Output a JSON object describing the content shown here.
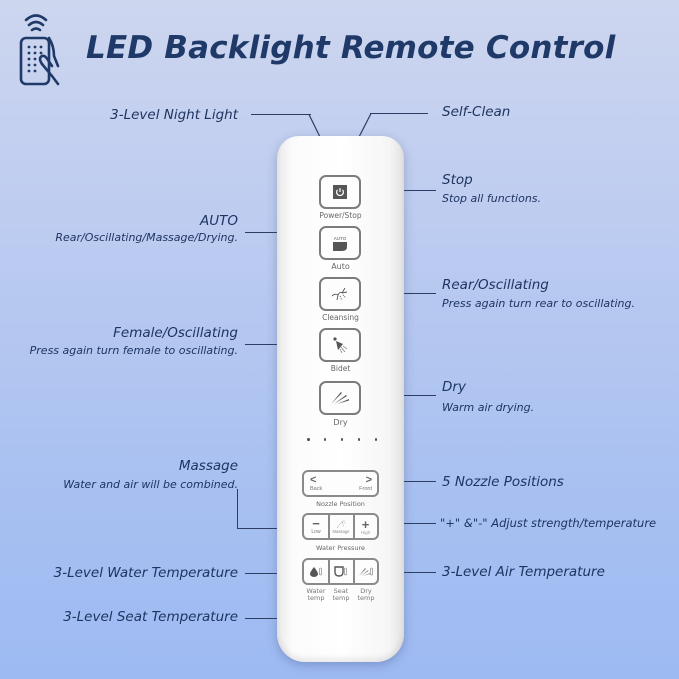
{
  "header": {
    "title": "LED Backlight Remote Control",
    "icon": "remote-control-hand-icon"
  },
  "colors": {
    "accent": "#1f3a68",
    "background_top": "#cdd6ef",
    "background_bottom": "#9dbaf2",
    "remote_body": "#ffffff",
    "button_border": "#7c7c7c"
  },
  "remote": {
    "buttons": [
      {
        "id": "power",
        "label": "Power/Stop",
        "icon": "power-icon"
      },
      {
        "id": "auto",
        "label": "Auto",
        "icon": "auto-icon",
        "icon_text": "AUTO"
      },
      {
        "id": "cleansing",
        "label": "Cleansing",
        "icon": "rear-spray-icon"
      },
      {
        "id": "bidet",
        "label": "Bidet",
        "icon": "female-spray-icon"
      },
      {
        "id": "dry",
        "label": "Dry",
        "icon": "dry-air-icon"
      }
    ],
    "indicator_dots": 5,
    "nozzle": {
      "label": "Nozzle Position",
      "back": "Back",
      "front": "Front",
      "back_glyph": "<",
      "front_glyph": ">"
    },
    "pressure": {
      "label": "Water Pressure",
      "low": "Low",
      "massage": "Massage",
      "high": "High",
      "minus_glyph": "−",
      "plus_glyph": "+"
    },
    "temps": [
      {
        "line1": "Water",
        "line2": "temp",
        "icon": "water-drop-icon"
      },
      {
        "line1": "Seat",
        "line2": "temp",
        "icon": "seat-icon"
      },
      {
        "line1": "Dry",
        "line2": "temp",
        "icon": "dry-air-icon"
      }
    ]
  },
  "callouts": {
    "night_light": {
      "title": "3-Level Night Light"
    },
    "self_clean": {
      "title": "Self-Clean"
    },
    "stop": {
      "title": "Stop",
      "desc": "Stop all functions."
    },
    "auto": {
      "title": "AUTO",
      "desc": "Rear/Oscillating/Massage/Drying."
    },
    "rear": {
      "title": "Rear/Oscillating",
      "desc": "Press again turn rear to oscillating."
    },
    "female": {
      "title": "Female/Oscillating",
      "desc": "Press again turn female to oscillating."
    },
    "dry": {
      "title": "Dry",
      "desc": "Warm air drying."
    },
    "massage": {
      "title": "Massage",
      "desc": "Water and air will be combined."
    },
    "nozzle": {
      "title": "5 Nozzle Positions"
    },
    "adjust": {
      "title": "\"+\" &\"-\"  Adjust strength/temperature"
    },
    "water_temp": {
      "title": "3-Level Water Temperature"
    },
    "air_temp": {
      "title": "3-Level Air Temperature"
    },
    "seat_temp": {
      "title": "3-Level Seat Temperature"
    }
  }
}
